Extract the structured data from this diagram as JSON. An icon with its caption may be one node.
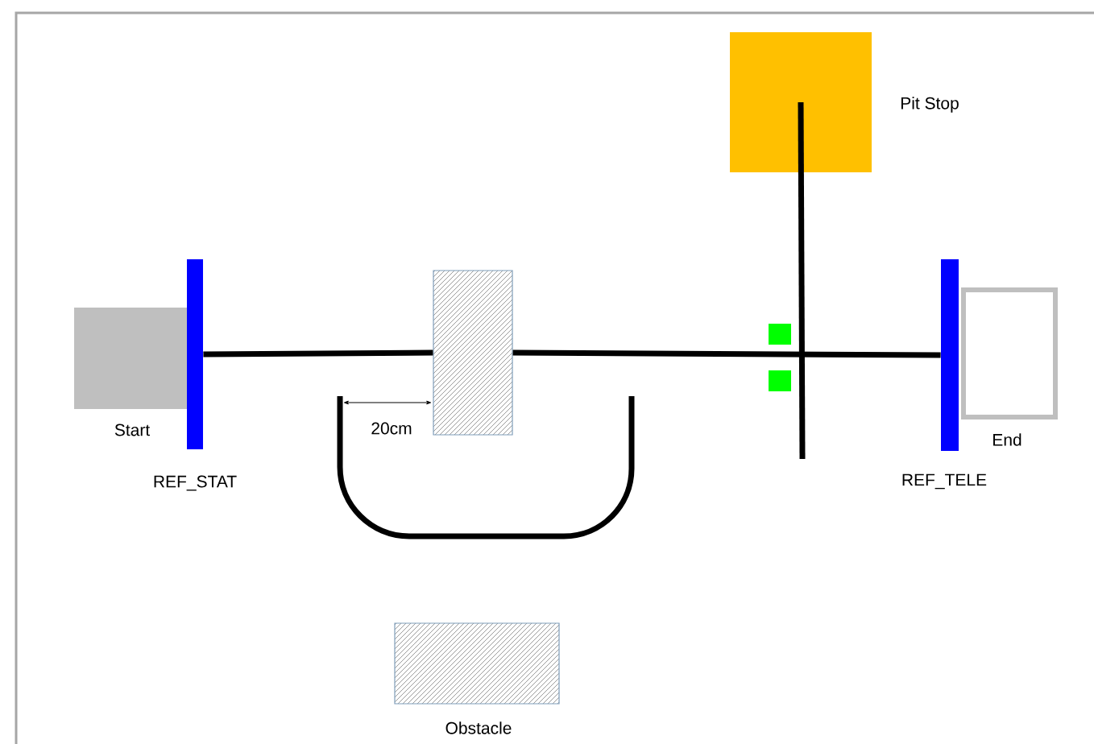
{
  "diagram": {
    "nodes": [
      {
        "text": [
          "Start"
        ]
      },
      {
        "text": [
          "REF_STAT"
        ]
      },
      {
        "text": [],
        "shape": "box"
      },
      {
        "text": [
          "Pit Stop"
        ]
      },
      {
        "text": [
          "REF_TELE"
        ]
      },
      {
        "text": [
          "End"
        ]
      },
      {
        "text": [
          "Obstacle"
        ]
      },
      {
        "text": [],
        "shape": "box"
      },
      {
        "text": [],
        "shape": "box"
      }
    ],
    "edges": [
      {
        "from": 1,
        "to": 2,
        "arrow": "none"
      },
      {
        "from": 2,
        "to": 4,
        "arrow": "none"
      },
      {
        "from": 3,
        "to": null,
        "arrow": "none"
      }
    ],
    "labels": [
      "20cm"
    ]
  }
}
